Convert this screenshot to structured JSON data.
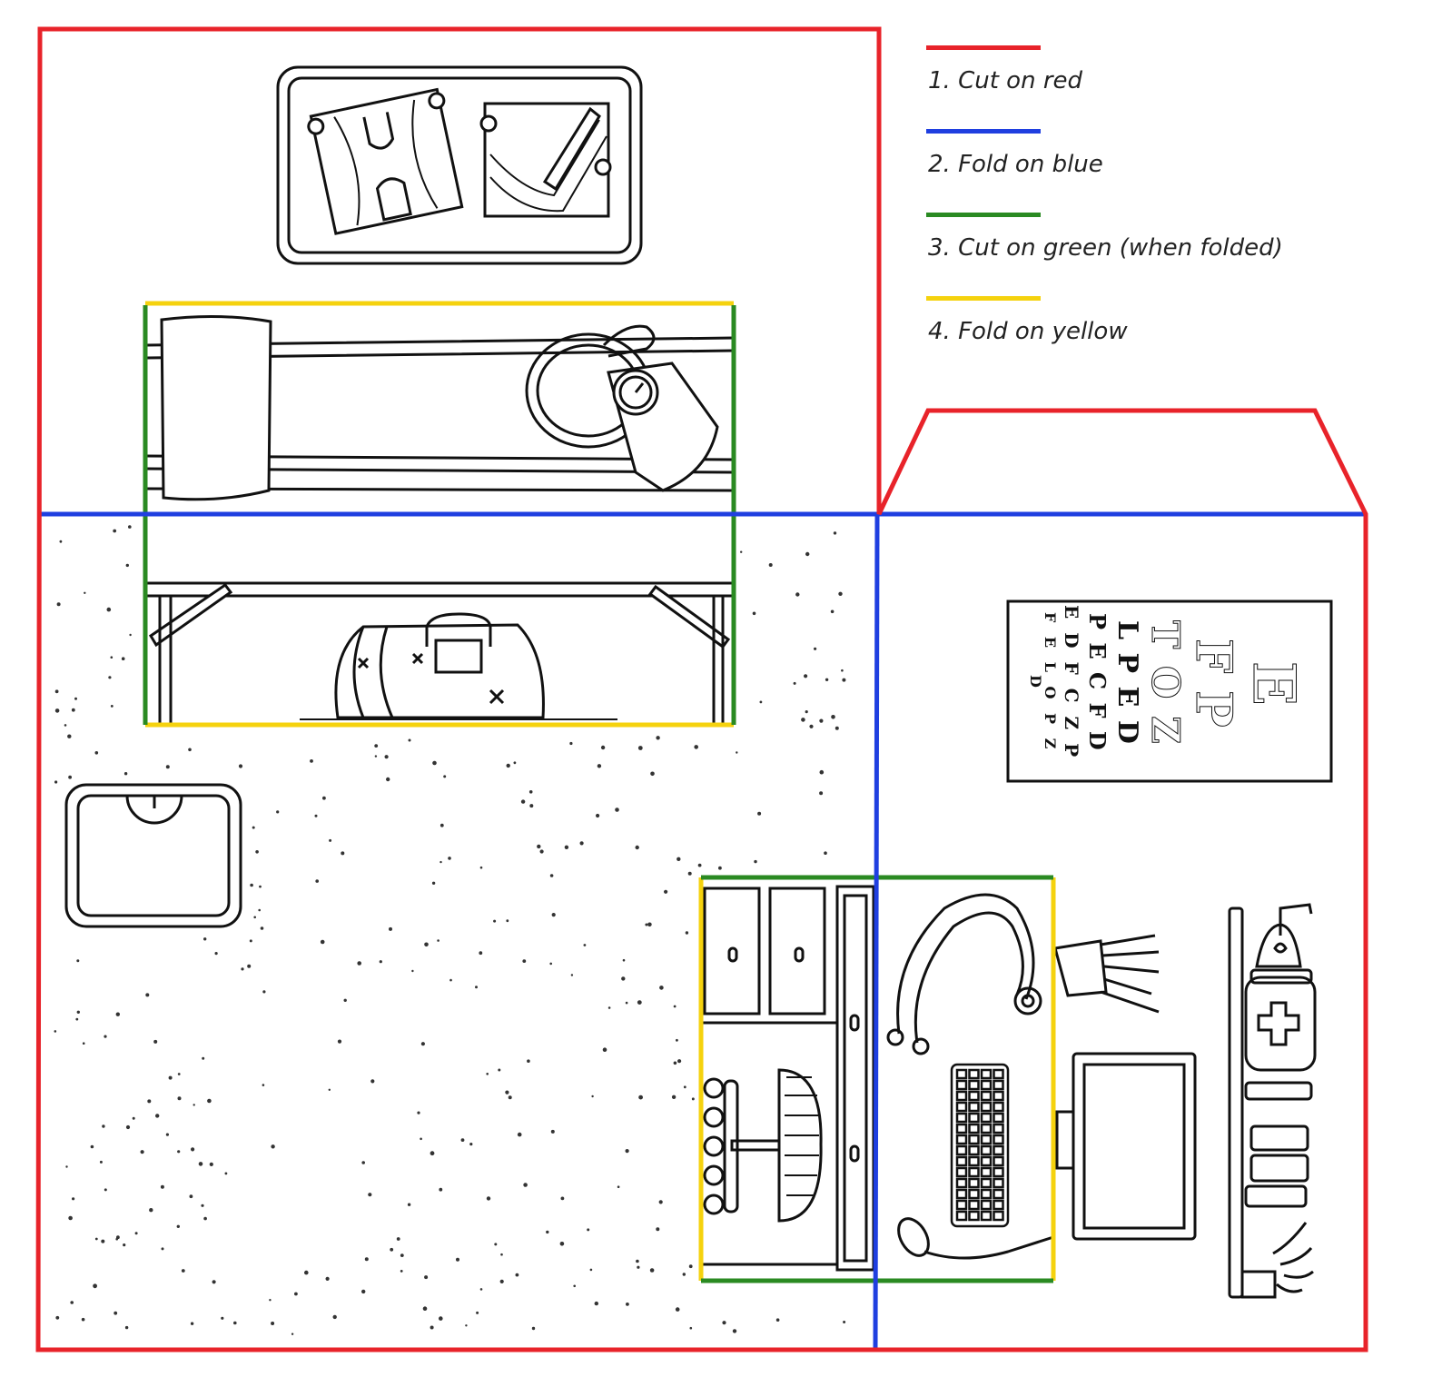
{
  "legend": {
    "items": [
      {
        "text": "1. Cut on red",
        "color": "#e8232a"
      },
      {
        "text": "2. Fold on blue",
        "color": "#1f3fe0"
      },
      {
        "text": "3. Cut on green (when folded)",
        "color": "#2a8a22"
      },
      {
        "text": "4. Fold on yellow",
        "color": "#f5d20e"
      }
    ]
  },
  "eye_chart": {
    "rows": [
      "E",
      "F P",
      "T O Z",
      "L P E D",
      "P E C F D",
      "E D F C Z P",
      "F E L O P Z D"
    ]
  },
  "colors": {
    "cut": "#e8232a",
    "fold": "#1f3fe0",
    "cut_folded": "#2a8a22",
    "fold_secondary": "#f5d20e",
    "ink": "#111111",
    "dots": "#333333"
  },
  "icons": [
    "x-ray-board-icon",
    "exam-bed-icon",
    "blood-pressure-cuff-icon",
    "doctor-bag-icon",
    "scale-icon",
    "cabinet-icon",
    "stool-icon",
    "stethoscope-icon",
    "keyboard-icon",
    "mouse-icon",
    "monitor-icon",
    "medicine-shelf-icon",
    "first-aid-box-icon",
    "gloves-icon"
  ]
}
